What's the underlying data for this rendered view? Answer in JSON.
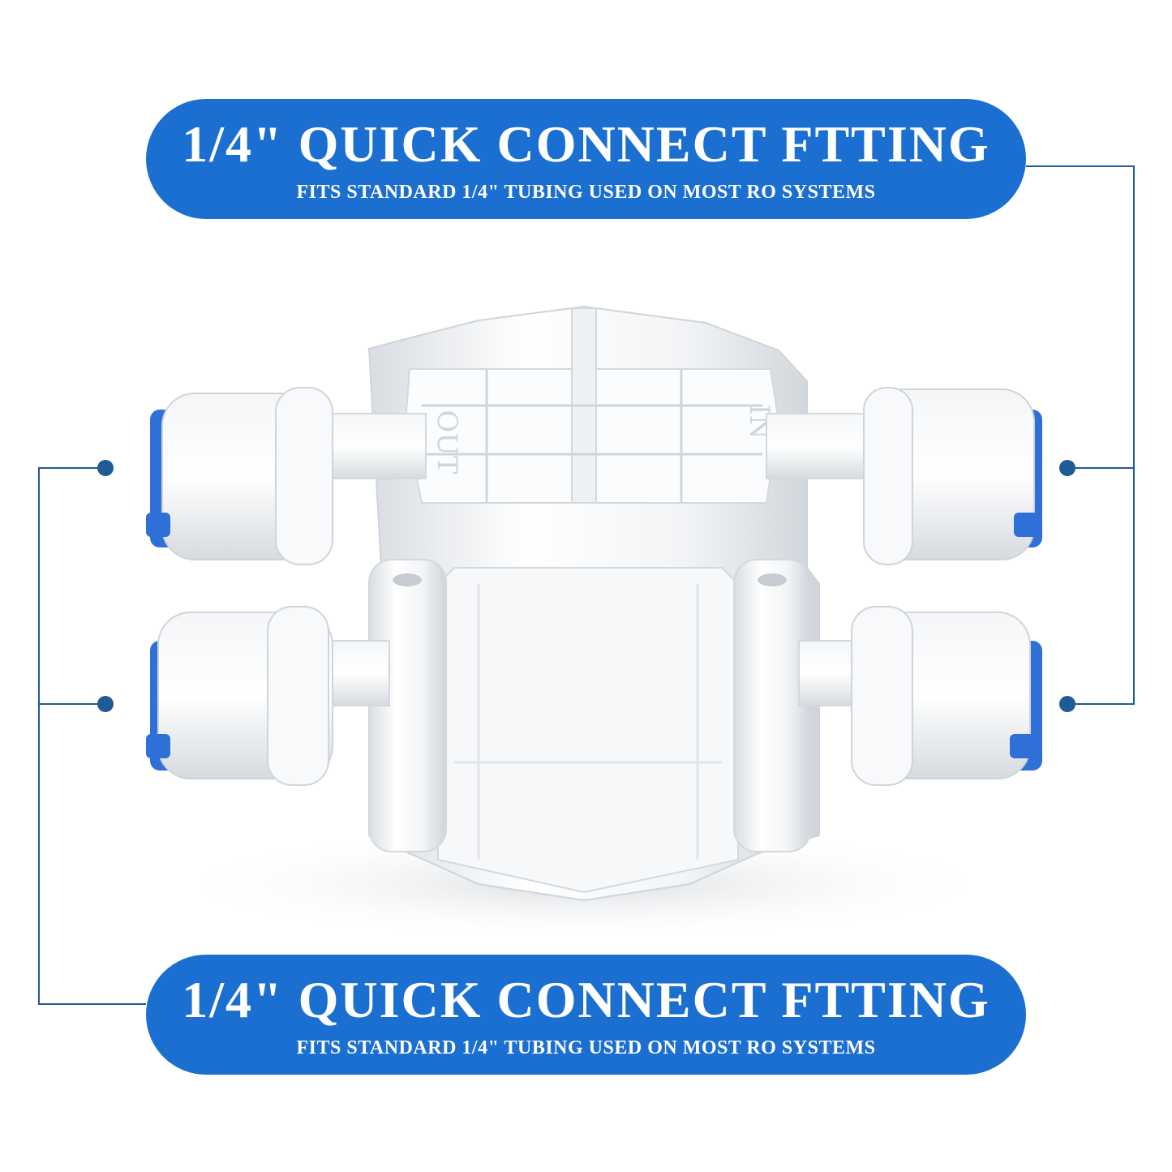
{
  "top_callout": {
    "headline": "1/4\" QUICK CONNECT FTTING",
    "subline": "FITS STANDARD 1/4\" TUBING USED ON MOST RO SYSTEMS"
  },
  "bottom_callout": {
    "headline": "1/4\" QUICK CONNECT FTTING",
    "subline": "FITS STANDARD 1/4\" TUBING USED ON MOST RO SYSTEMS"
  },
  "product_markings": {
    "left": "OUT",
    "right": "IN"
  },
  "colors": {
    "accent": "#1a6fd0",
    "connector": "#1f5c96",
    "collet": "#2f6fd8"
  }
}
